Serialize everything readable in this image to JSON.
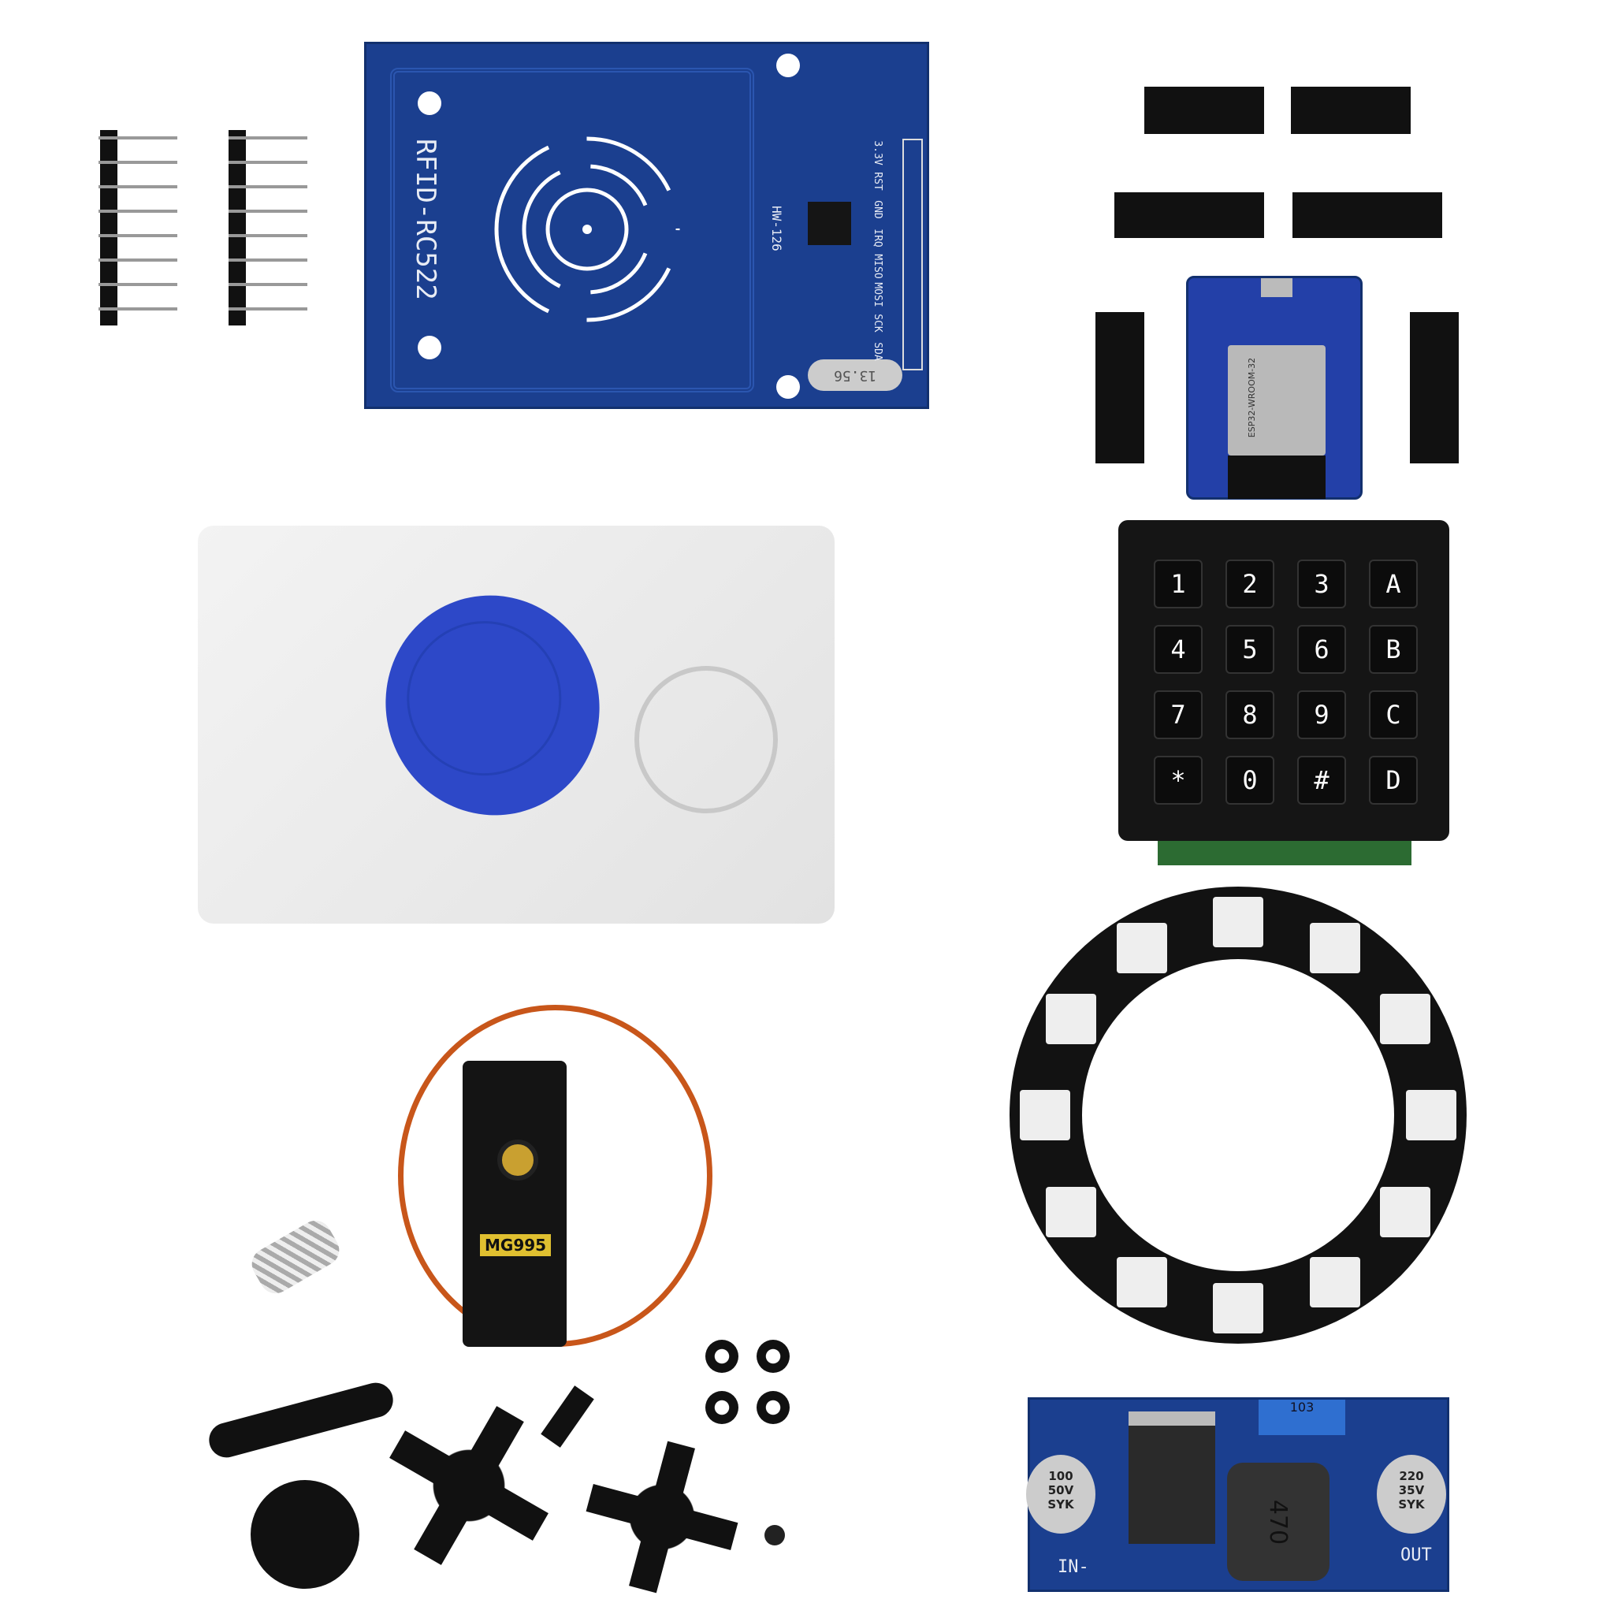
{
  "rfid_module": {
    "title": "RFID-RC522",
    "model": "HW-126",
    "pins": [
      "SDA",
      "SCK",
      "MOSI",
      "MISO",
      "IRQ",
      "GND",
      "RST",
      "3.3V"
    ],
    "crystal": "13.56"
  },
  "wemos_board": {
    "label": "ESP32-WROOM-32"
  },
  "keypad": {
    "keys": [
      "1",
      "2",
      "3",
      "A",
      "4",
      "5",
      "6",
      "B",
      "7",
      "8",
      "9",
      "C",
      "*",
      "0",
      "#",
      "D"
    ]
  },
  "servo": {
    "model": "MG995"
  },
  "stepdown_module": {
    "in_label": "IN-",
    "out_label": "OUT",
    "cap_in": [
      "100",
      "50V",
      "SYK"
    ],
    "cap_out": [
      "220",
      "35V",
      "SYK"
    ],
    "inductor": "470",
    "pot": "103"
  },
  "colors": {
    "pcb_blue": "#1b3f8f",
    "fob_blue": "#2d48c8",
    "header_black": "#111111",
    "card": "#ececec"
  }
}
